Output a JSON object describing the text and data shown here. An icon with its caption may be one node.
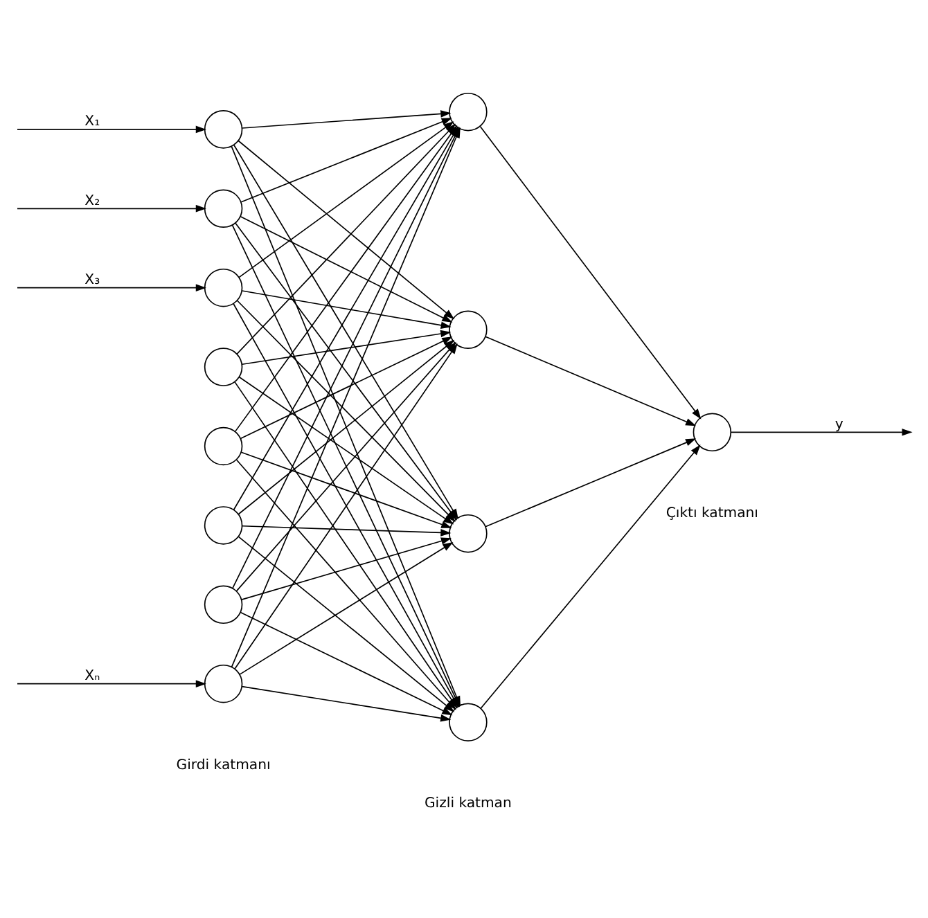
{
  "diagram": {
    "nodes": [
      {
        "text": [],
        "shape": "circle"
      },
      {
        "text": [],
        "shape": "circle"
      },
      {
        "text": [],
        "shape": "circle"
      },
      {
        "text": [],
        "shape": "circle"
      },
      {
        "text": [],
        "shape": "circle"
      },
      {
        "text": [],
        "shape": "circle"
      },
      {
        "text": [],
        "shape": "circle"
      },
      {
        "text": [],
        "shape": "circle"
      },
      {
        "text": [],
        "shape": "circle"
      },
      {
        "text": [],
        "shape": "circle"
      },
      {
        "text": [],
        "shape": "circle"
      },
      {
        "text": [],
        "shape": "circle"
      },
      {
        "text": [],
        "shape": "circle"
      }
    ],
    "edges": [
      {
        "from": null,
        "to": 0,
        "arrow": "to",
        "label": "X₁"
      },
      {
        "from": null,
        "to": 1,
        "arrow": "to",
        "label": "X₂"
      },
      {
        "from": null,
        "to": 2,
        "arrow": "to",
        "label": "X₃"
      },
      {
        "from": null,
        "to": 7,
        "arrow": "to",
        "label": "Xₙ"
      },
      {
        "from": 0,
        "to": 8,
        "arrow": "to"
      },
      {
        "from": 0,
        "to": 9,
        "arrow": "to"
      },
      {
        "from": 0,
        "to": 10,
        "arrow": "to"
      },
      {
        "from": 0,
        "to": 11,
        "arrow": "to"
      },
      {
        "from": 1,
        "to": 8,
        "arrow": "to"
      },
      {
        "from": 1,
        "to": 9,
        "arrow": "to"
      },
      {
        "from": 1,
        "to": 10,
        "arrow": "to"
      },
      {
        "from": 1,
        "to": 11,
        "arrow": "to"
      },
      {
        "from": 2,
        "to": 8,
        "arrow": "to"
      },
      {
        "from": 2,
        "to": 9,
        "arrow": "to"
      },
      {
        "from": 2,
        "to": 10,
        "arrow": "to"
      },
      {
        "from": 2,
        "to": 11,
        "arrow": "to"
      },
      {
        "from": 3,
        "to": 8,
        "arrow": "to"
      },
      {
        "from": 3,
        "to": 9,
        "arrow": "to"
      },
      {
        "from": 3,
        "to": 10,
        "arrow": "to"
      },
      {
        "from": 3,
        "to": 11,
        "arrow": "to"
      },
      {
        "from": 4,
        "to": 8,
        "arrow": "to"
      },
      {
        "from": 4,
        "to": 9,
        "arrow": "to"
      },
      {
        "from": 4,
        "to": 10,
        "arrow": "to"
      },
      {
        "from": 4,
        "to": 11,
        "arrow": "to"
      },
      {
        "from": 5,
        "to": 8,
        "arrow": "to"
      },
      {
        "from": 5,
        "to": 9,
        "arrow": "to"
      },
      {
        "from": 5,
        "to": 10,
        "arrow": "to"
      },
      {
        "from": 5,
        "to": 11,
        "arrow": "to"
      },
      {
        "from": 6,
        "to": 8,
        "arrow": "to"
      },
      {
        "from": 6,
        "to": 9,
        "arrow": "to"
      },
      {
        "from": 6,
        "to": 10,
        "arrow": "to"
      },
      {
        "from": 6,
        "to": 11,
        "arrow": "to"
      },
      {
        "from": 7,
        "to": 8,
        "arrow": "to"
      },
      {
        "from": 7,
        "to": 9,
        "arrow": "to"
      },
      {
        "from": 7,
        "to": 10,
        "arrow": "to"
      },
      {
        "from": 7,
        "to": 11,
        "arrow": "to"
      },
      {
        "from": 8,
        "to": 12,
        "arrow": "to"
      },
      {
        "from": 9,
        "to": 12,
        "arrow": "to"
      },
      {
        "from": 10,
        "to": 12,
        "arrow": "to"
      },
      {
        "from": 11,
        "to": 12,
        "arrow": "to"
      },
      {
        "from": 12,
        "to": null,
        "arrow": "to",
        "label": "y"
      }
    ],
    "labels": [
      "Çıktı katmanı",
      "Gizli katman",
      "Girdi katmanı"
    ]
  }
}
